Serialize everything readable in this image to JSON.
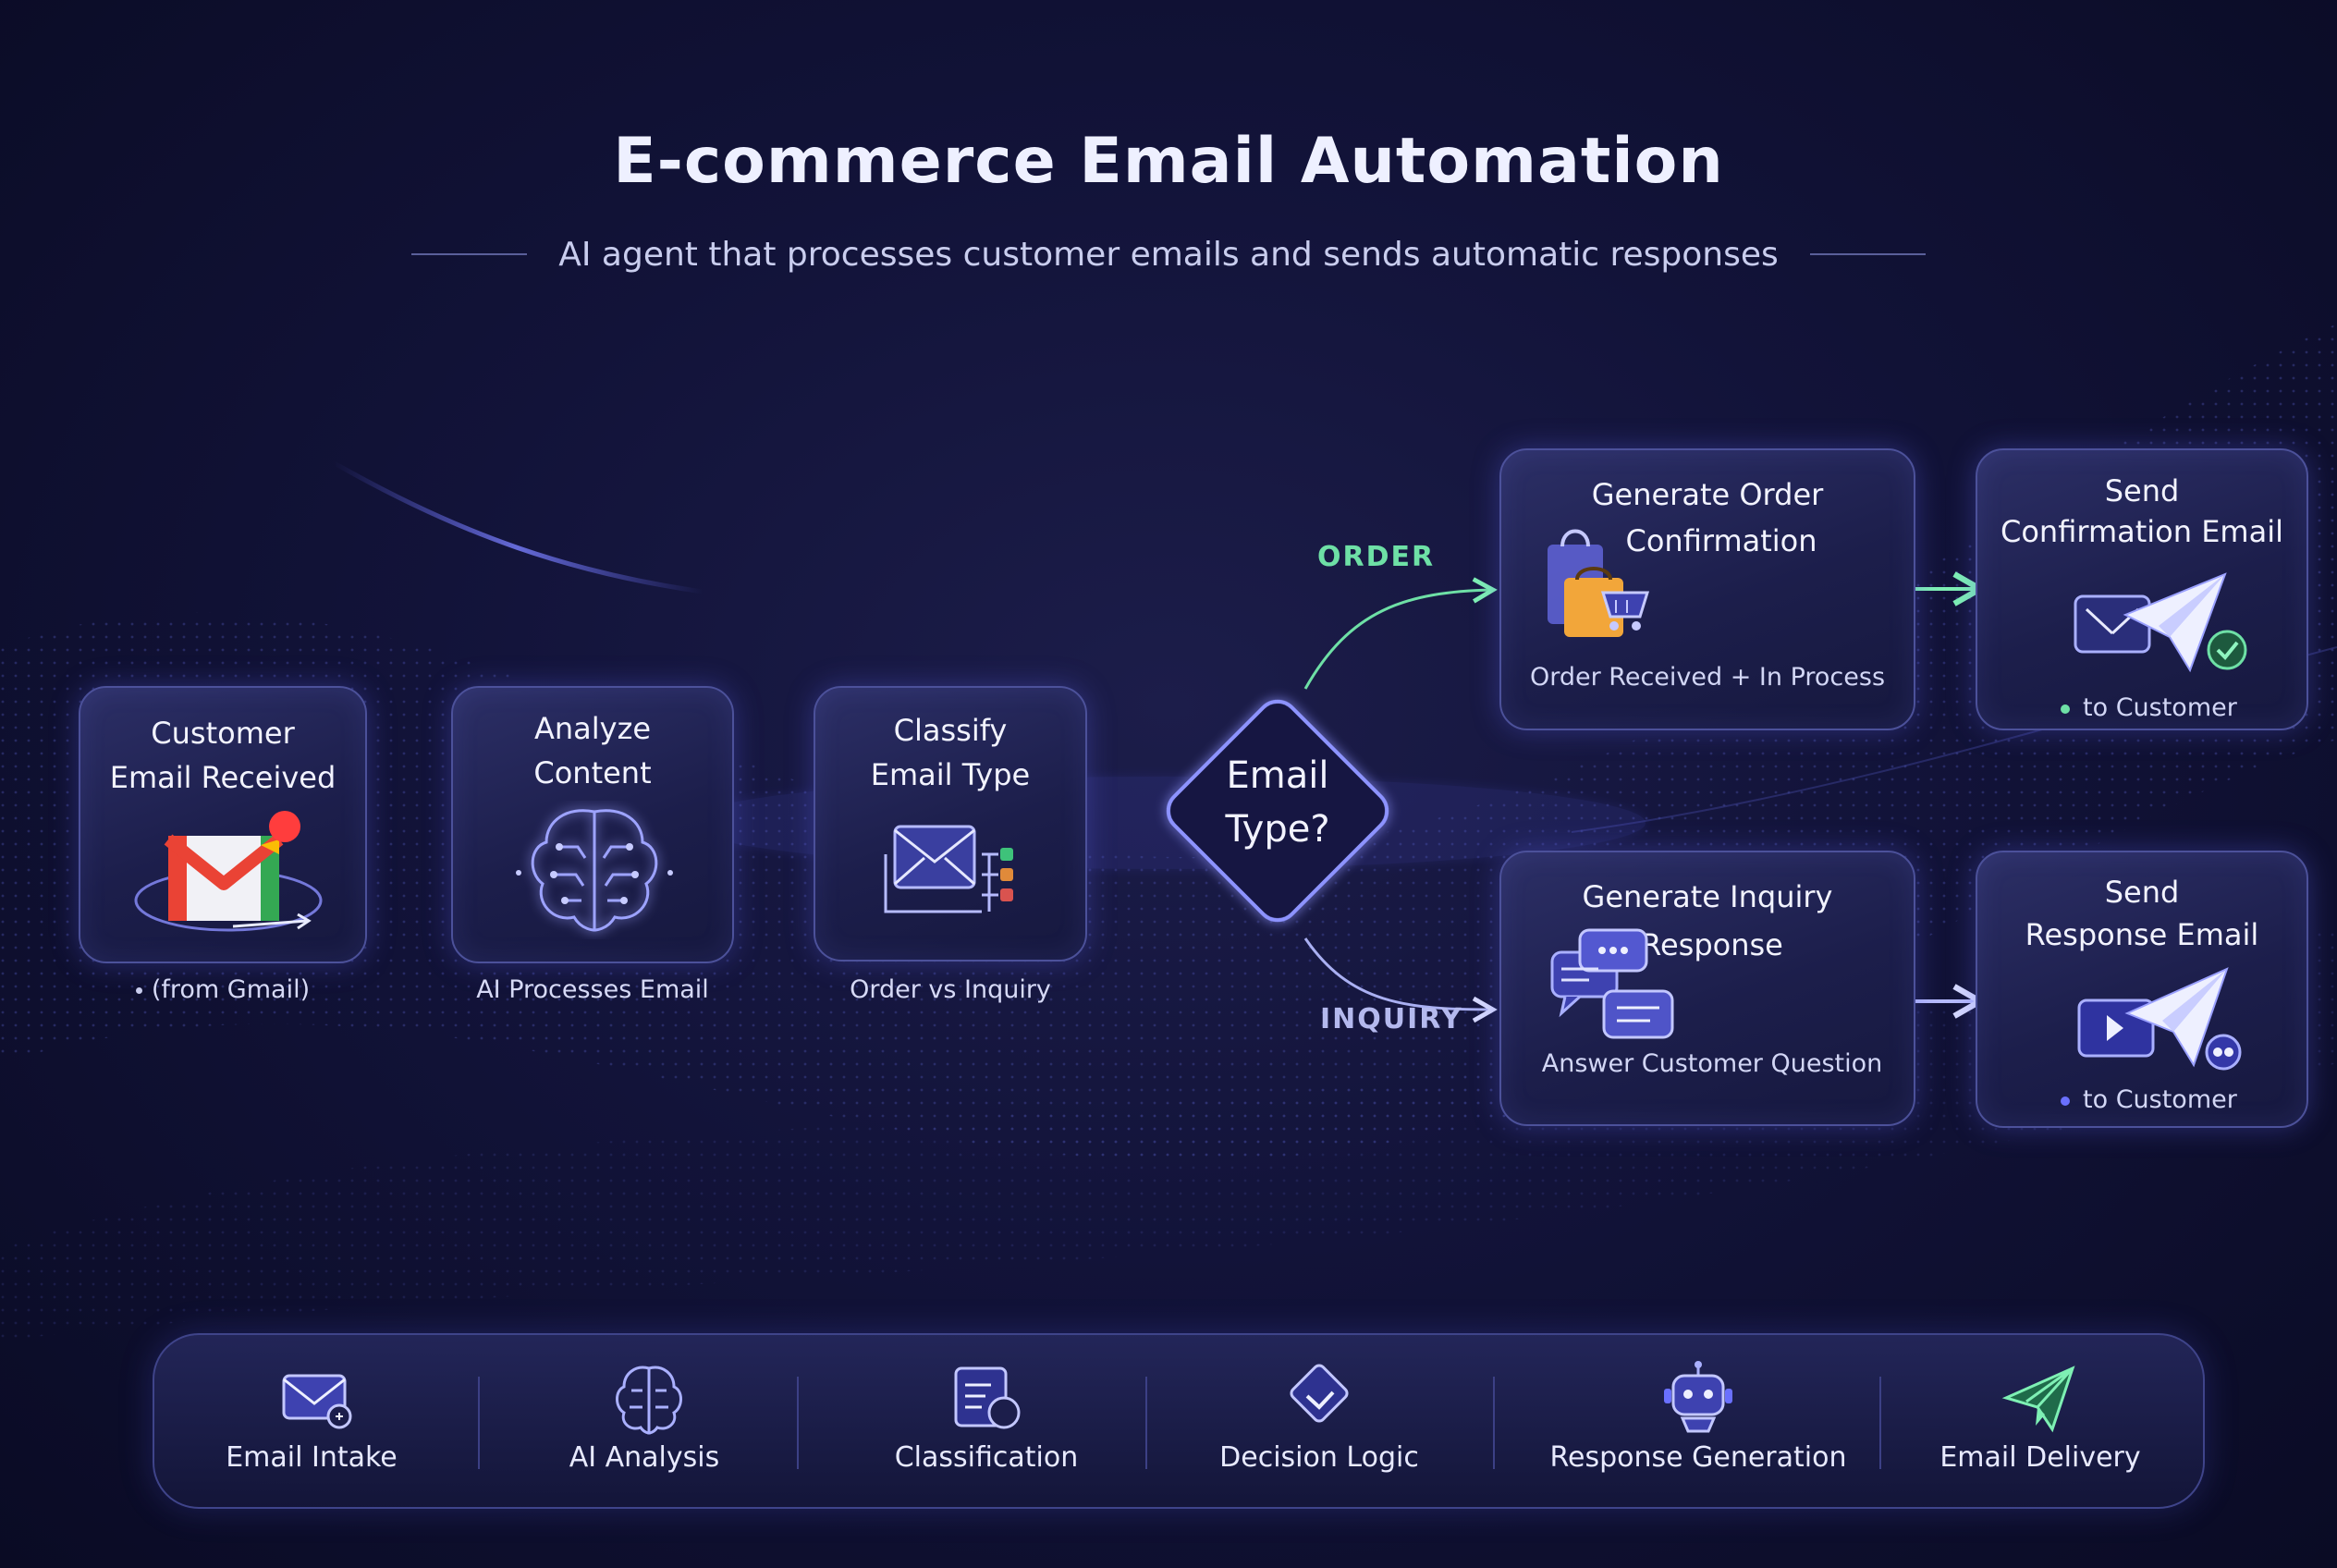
{
  "title": "E-commerce Email Automation",
  "subtitle": "AI agent that processes customer emails and sends automatic responses",
  "nodes": {
    "customer_email": {
      "title_lines": [
        "Customer",
        "Email Received"
      ],
      "caption": "(from Gmail)",
      "icon": "gmail-icon"
    },
    "analyze": {
      "title_lines": [
        "Analyze",
        "Content"
      ],
      "caption": "AI Processes Email",
      "icon": "brain-icon"
    },
    "classify": {
      "title_lines": [
        "Classify",
        "Email Type"
      ],
      "caption": "Order vs Inquiry",
      "icon": "classify-icon"
    },
    "decision": {
      "title_lines": [
        "Email",
        "Type?"
      ]
    },
    "gen_order": {
      "title_lines": [
        "Generate Order",
        "Confirmation"
      ],
      "caption": "Order Received + In Process",
      "icon": "shopping-bags-icon"
    },
    "send_confirmation": {
      "title_lines": [
        "Send",
        "Confirmation Email"
      ],
      "caption": "to Customer",
      "icon": "paper-plane-check-icon"
    },
    "gen_inquiry": {
      "title_lines": [
        "Generate Inquiry",
        "Response"
      ],
      "caption": "Answer Customer Question",
      "icon": "chat-bubbles-icon"
    },
    "send_response": {
      "title_lines": [
        "Send",
        "Response Email"
      ],
      "caption": "to Customer",
      "icon": "paper-plane-video-icon"
    }
  },
  "branches": {
    "order": "ORDER",
    "inquiry": "INQUIRY"
  },
  "legend": [
    {
      "label": "Email Intake",
      "icon": "envelope-icon"
    },
    {
      "label": "AI Analysis",
      "icon": "brain-icon"
    },
    {
      "label": "Classification",
      "icon": "document-icon"
    },
    {
      "label": "Decision Logic",
      "icon": "diamond-check-icon"
    },
    {
      "label": "Response Generation",
      "icon": "robot-icon"
    },
    {
      "label": "Email Delivery",
      "icon": "paper-plane-icon"
    }
  ],
  "colors": {
    "background": "#121339",
    "card_border": "#4c519a",
    "glow": "#6f73ff",
    "order_green": "#6ee0a6",
    "arrow": "#aeb4ff",
    "gmail_red": "#ea4335",
    "gmail_blue": "#4285f4",
    "gmail_green": "#34a853",
    "gmail_yellow": "#fbbc05"
  }
}
